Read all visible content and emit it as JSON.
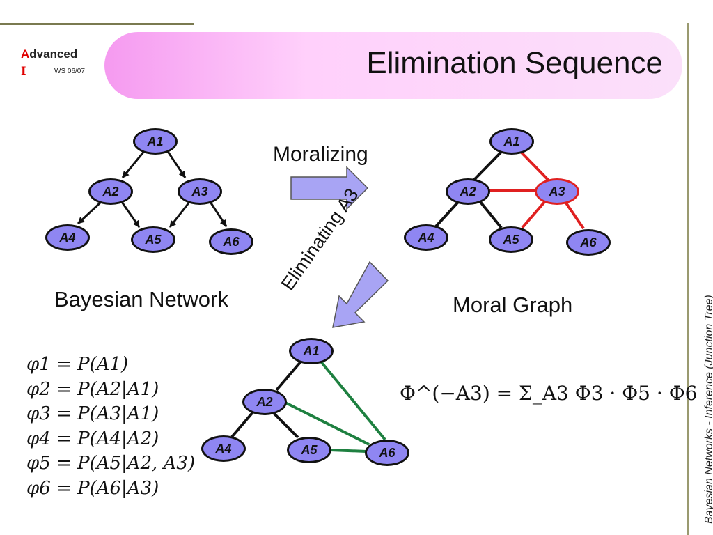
{
  "header": {
    "logo_prefix": "A",
    "logo_rest": "dvanced",
    "logo_i": "I",
    "term": "WS 06/07",
    "title": "Elimination Sequence"
  },
  "sidebar_text": "Bayesian Networks - Inference (Junction Tree)",
  "bayes_net": {
    "caption": "Bayesian Network",
    "nodes": [
      "A1",
      "A2",
      "A3",
      "A4",
      "A5",
      "A6"
    ]
  },
  "moral_graph": {
    "caption": "Moral Graph",
    "nodes": [
      "A1",
      "A2",
      "A3",
      "A4",
      "A5",
      "A6"
    ]
  },
  "eliminated_graph": {
    "nodes": [
      "A1",
      "A2",
      "A4",
      "A5",
      "A6"
    ]
  },
  "arrows": {
    "moralizing": "Moralizing",
    "eliminating": "Eliminating A3"
  },
  "formulas": [
    {
      "lhs": "φ1",
      "rhs": "P(A1)"
    },
    {
      "lhs": "φ2",
      "rhs": "P(A2|A1)"
    },
    {
      "lhs": "φ3",
      "rhs": "P(A3|A1)"
    },
    {
      "lhs": "φ4",
      "rhs": "P(A4|A2)"
    },
    {
      "lhs": "φ5",
      "rhs": "P(A5|A2, A3)"
    },
    {
      "lhs": "φ6",
      "rhs": "P(A6|A3)"
    }
  ],
  "elimination_formula": "Φ^(−A3) = Σ_A3 Φ3 · Φ5 · Φ6",
  "colors": {
    "node_fill": "#8f86f2",
    "moral_edge": "#e02020",
    "fill_in_edge": "#1e8040",
    "arrow_fill": "#a8a4f4",
    "title_pill": "#f59af0"
  }
}
